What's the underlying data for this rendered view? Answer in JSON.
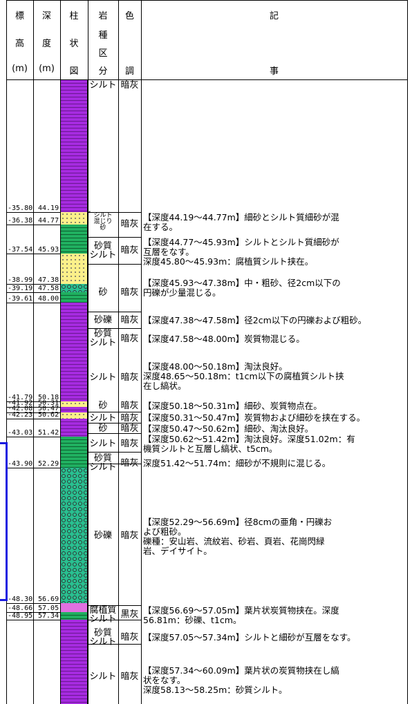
{
  "headers": {
    "elevation": [
      "標",
      "高",
      "(m)"
    ],
    "depth": [
      "深",
      "度",
      "(m)"
    ],
    "column": [
      "柱",
      "状",
      "図"
    ],
    "rock": [
      "岩",
      "種",
      "区",
      "分"
    ],
    "color": [
      "色",
      "調"
    ],
    "description": [
      "記",
      "事"
    ]
  },
  "elevations": [
    "-35.80",
    "-36.38",
    "-37.54",
    "-38.99",
    "-39.19",
    "-39.61",
    "-41.79",
    "-41.92",
    "-42.08",
    "-42.23",
    "-43.03",
    "-43.90",
    "-48.30",
    "-48.66",
    "-48.95"
  ],
  "depths": [
    "44.19",
    "44.77",
    "45.93",
    "47.38",
    "47.58",
    "48.00",
    "50.18",
    "50.31",
    "50.47",
    "50.62",
    "51.42",
    "52.29",
    "56.69",
    "57.05",
    "57.34"
  ],
  "rock_labels": {
    "r0": "シルト",
    "r1a": "シルト",
    "r1b": "混じり",
    "r1c": "砂",
    "r2a": "砂質",
    "r2b": "シルト",
    "r3": "砂",
    "r4": "砂礫",
    "r5a": "砂質",
    "r5b": "シルト",
    "r6": "シルト",
    "r7": "砂",
    "r8": "シルト",
    "r9": "砂",
    "r10": "シルト",
    "r11a": "砂質",
    "r11b": "シルト",
    "r12": "砂礫",
    "r13a": "腐植質",
    "r13b": "シルト",
    "r14a": "砂質",
    "r14b": "シルト",
    "r15": "シルト"
  },
  "colors": {
    "c0": "暗灰",
    "c1": "暗灰",
    "c2": "暗灰",
    "c3": "暗灰",
    "c4": "暗灰",
    "c5": "暗灰",
    "c6": "暗灰",
    "c7": "暗灰",
    "c8": "暗灰",
    "c9": "暗灰",
    "c10": "暗灰",
    "c11": "暗灰",
    "c12": "暗灰",
    "c13": "黒灰",
    "c14": "暗灰",
    "c15": "暗灰"
  },
  "descriptions": {
    "d1a": "【深度44.19～44.77m】細砂とシルト質細砂が混",
    "d1b": "在する。",
    "d2a": "【深度44.77～45.93m】シルトとシルト質細砂が",
    "d2b": "互層をなす。",
    "d2c": "深度45.80～45.93m：腐植質シルト挟在。",
    "d3a": "【深度45.93～47.38m】中・粗砂、径2cm以下の",
    "d3b": "円礫が少量混じる。",
    "d4": "【深度47.38～47.58m】径2cm以下の円礫および粗砂。",
    "d5": "【深度47.58～48.00m】炭質物混じる。",
    "d6a": "【深度48.00～50.18m】淘汰良好。",
    "d6b": "深度48.65～50.18m：t1cm以下の腐植質シルト挟",
    "d6c": "在し縞状。",
    "d7": "【深度50.18～50.31m】細砂、炭質物点在。",
    "d8": "【深度50.31～50.47m】炭質物および細砂を挟在する。",
    "d9": "【深度50.47～50.62m】細砂、淘汰良好。",
    "d10a": "【深度50.62～51.42m】淘汰良好。深度51.02m：有",
    "d10b": "機質シルトと互層し縞状、t5cm。",
    "d11": "深度51.42～51.74m：細砂が不規則に混じる。",
    "d12a": "【深度52.29～56.69m】径8cmの亜角・円礫お",
    "d12b": "よび粗砂。",
    "d12c": "礫種：安山岩、流紋岩、砂岩、頁岩、花崗閃緑",
    "d12d": "岩、デイサイト。",
    "d13a": "【深度56.69～57.05m】葉片状炭質物挟在。深度",
    "d13b": "56.81m：砂礫、t1cm。",
    "d14": "【深度57.05～57.34m】シルトと細砂が互層をなす。",
    "d15a": "【深度57.34～60.09m】葉片状の炭質物挟在し縞",
    "d15b": "状をなす。",
    "d15c": "深度58.13～58.25m：砂質シルト。"
  }
}
